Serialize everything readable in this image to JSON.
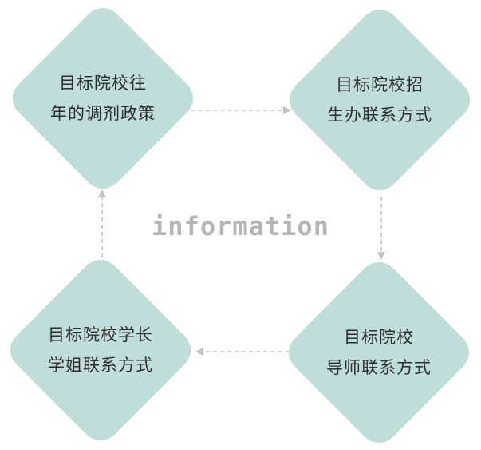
{
  "diagram": {
    "center_text": "information",
    "colors": {
      "node_fill": "#bfddd9",
      "connector": "#c2c2c2",
      "text": "#2d2d2d",
      "center_text": "#b5b5b5"
    },
    "nodes": [
      {
        "id": "top-left",
        "lines": [
          "目标院校往",
          "年的调剂政策"
        ]
      },
      {
        "id": "top-right",
        "lines": [
          "目标院校招",
          "生办联系方式"
        ]
      },
      {
        "id": "bottom-right",
        "lines": [
          "目标院校",
          "导师联系方式"
        ]
      },
      {
        "id": "bottom-left",
        "lines": [
          "目标院校学长",
          "学姐联系方式"
        ]
      }
    ],
    "flow": [
      {
        "from": "top-left",
        "to": "top-right"
      },
      {
        "from": "top-right",
        "to": "bottom-right"
      },
      {
        "from": "bottom-right",
        "to": "bottom-left"
      },
      {
        "from": "bottom-left",
        "to": "top-left"
      }
    ]
  }
}
